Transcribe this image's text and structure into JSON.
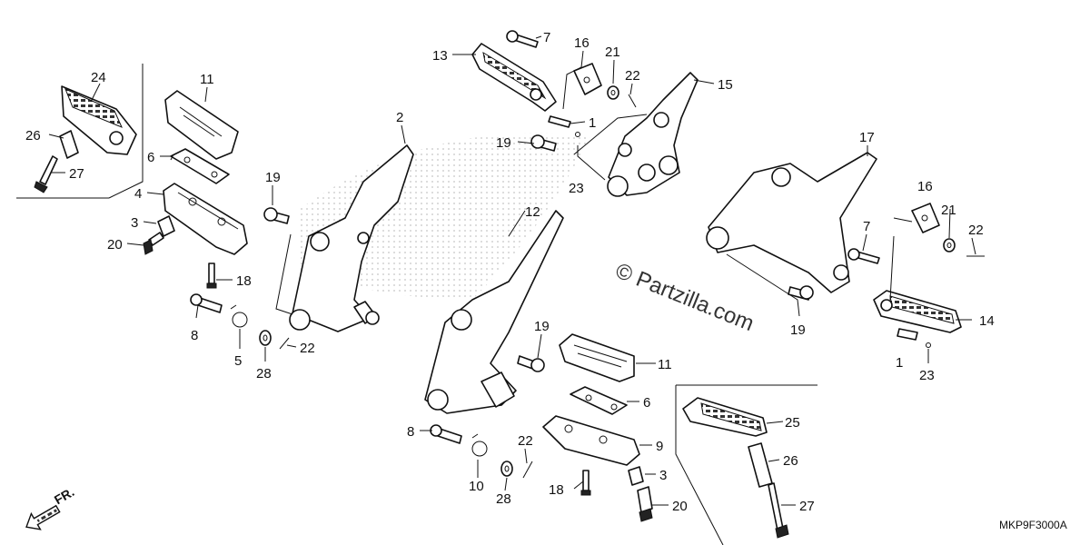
{
  "watermark": "© Partzilla.com",
  "diagram_code": "MKP9F3000A",
  "front_arrow_label": "FR.",
  "callouts": [
    {
      "id": "c24a",
      "text": "24"
    },
    {
      "id": "c26a",
      "text": "26"
    },
    {
      "id": "c27a",
      "text": "27"
    },
    {
      "id": "c11a",
      "text": "11"
    },
    {
      "id": "c6a",
      "text": "6"
    },
    {
      "id": "c4",
      "text": "4"
    },
    {
      "id": "c3a",
      "text": "3"
    },
    {
      "id": "c20a",
      "text": "20"
    },
    {
      "id": "c18a",
      "text": "18"
    },
    {
      "id": "c8a",
      "text": "8"
    },
    {
      "id": "c5",
      "text": "5"
    },
    {
      "id": "c28a",
      "text": "28"
    },
    {
      "id": "c22a",
      "text": "22"
    },
    {
      "id": "c19a",
      "text": "19"
    },
    {
      "id": "c2",
      "text": "2"
    },
    {
      "id": "c13",
      "text": "13"
    },
    {
      "id": "c7a",
      "text": "7"
    },
    {
      "id": "c16a",
      "text": "16"
    },
    {
      "id": "c21a",
      "text": "21"
    },
    {
      "id": "c22b",
      "text": "22"
    },
    {
      "id": "c15",
      "text": "15"
    },
    {
      "id": "c1a",
      "text": "1"
    },
    {
      "id": "c19b",
      "text": "19"
    },
    {
      "id": "c23a",
      "text": "23"
    },
    {
      "id": "c12",
      "text": "12"
    },
    {
      "id": "c19c",
      "text": "19"
    },
    {
      "id": "c11b",
      "text": "11"
    },
    {
      "id": "c6b",
      "text": "6"
    },
    {
      "id": "c9",
      "text": "9"
    },
    {
      "id": "c3b",
      "text": "3"
    },
    {
      "id": "c18b",
      "text": "18"
    },
    {
      "id": "c20b",
      "text": "20"
    },
    {
      "id": "c8b",
      "text": "8"
    },
    {
      "id": "c10",
      "text": "10"
    },
    {
      "id": "c22c",
      "text": "22"
    },
    {
      "id": "c28b",
      "text": "28"
    },
    {
      "id": "c17",
      "text": "17"
    },
    {
      "id": "c16b",
      "text": "16"
    },
    {
      "id": "c21b",
      "text": "21"
    },
    {
      "id": "c22d",
      "text": "22"
    },
    {
      "id": "c7b",
      "text": "7"
    },
    {
      "id": "c19d",
      "text": "19"
    },
    {
      "id": "c14",
      "text": "14"
    },
    {
      "id": "c1b",
      "text": "1"
    },
    {
      "id": "c23b",
      "text": "23"
    },
    {
      "id": "c25",
      "text": "25"
    },
    {
      "id": "c26b",
      "text": "26"
    },
    {
      "id": "c27b",
      "text": "27"
    }
  ]
}
